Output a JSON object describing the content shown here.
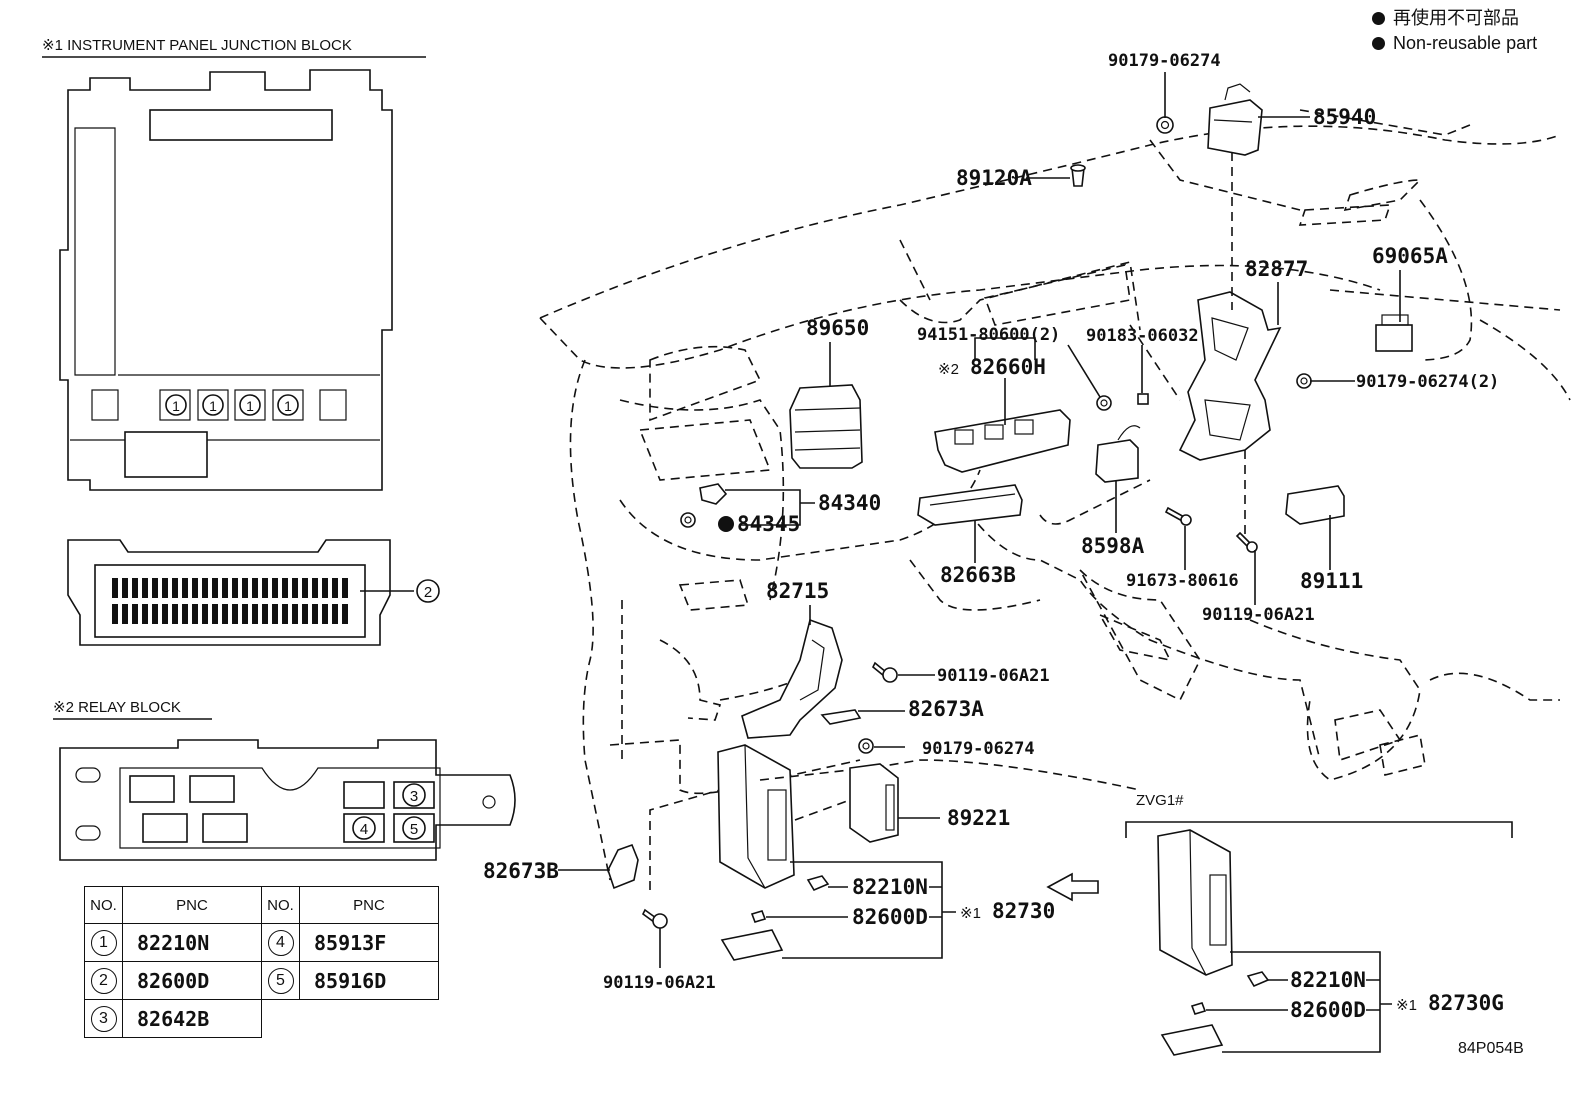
{
  "legend": {
    "line1": "再使用不可部品",
    "line2": "Non-reusable part"
  },
  "inset_titles": {
    "junction_block": "※1 INSTRUMENT PANEL JUNCTION BLOCK",
    "relay_block": "※2 RELAY BLOCK"
  },
  "circle_numbers": {
    "one": "1",
    "two": "2",
    "three": "3",
    "four": "4",
    "five": "5"
  },
  "pnc_table": {
    "col_no": "NO.",
    "col_pnc": "PNC",
    "rows": [
      {
        "no": "1",
        "pnc": "82210N",
        "no2": "4",
        "pnc2": "85913F"
      },
      {
        "no": "2",
        "pnc": "82600D",
        "no2": "5",
        "pnc2": "85916D"
      },
      {
        "no": "3",
        "pnc": "82642B",
        "no2": "",
        "pnc2": ""
      }
    ]
  },
  "parts": {
    "p90179_06274_top": "90179-06274",
    "p85940": "85940",
    "p89120A": "89120A",
    "p82877": "82877",
    "p69065A": "69065A",
    "p89650": "89650",
    "p94151": "94151-80600(2)",
    "p90183": "90183-06032",
    "p82660H_prefix": "※2",
    "p82660H": "82660H",
    "p90179_06274_2": "90179-06274(2)",
    "p84340": "84340",
    "p84345": "84345",
    "p8598A": "8598A",
    "p82663B": "82663B",
    "p91673": "91673-80616",
    "p89111": "89111",
    "p90119_right": "90119-06A21",
    "p82715": "82715",
    "p90119_mid": "90119-06A21",
    "p82673A": "82673A",
    "p90179_06274_low": "90179-06274",
    "p89221": "89221",
    "p82673B": "82673B",
    "p82210N": "82210N",
    "p82600D": "82600D",
    "p82730_prefix": "※1",
    "p82730": "82730",
    "p90119_bottom": "90119-06A21",
    "zvg": "ZVG1#",
    "p82210N_b": "82210N",
    "p82600D_b": "82600D",
    "p82730G_prefix": "※1",
    "p82730G": "82730G"
  },
  "drawing_code": "84P054B"
}
